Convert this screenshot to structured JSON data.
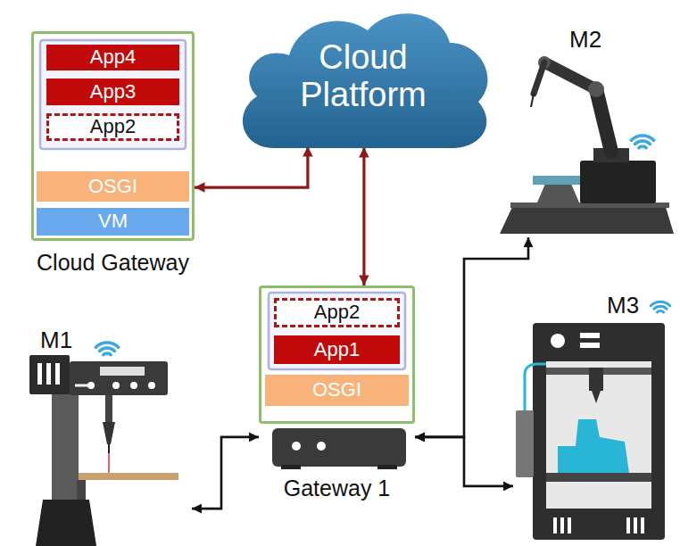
{
  "diagram": {
    "nodes": [
      {
        "text": [
          "Cloud Gateway"
        ]
      },
      {
        "text": [
          "App4"
        ],
        "in": 0
      },
      {
        "text": [
          "App3"
        ],
        "in": 0
      },
      {
        "text": [
          "App2"
        ],
        "in": 0
      },
      {
        "text": [
          "OSGI"
        ],
        "in": 0
      },
      {
        "text": [
          "VM"
        ],
        "in": 0
      },
      {
        "text": [
          "Cloud Platform"
        ]
      },
      {
        "text": [
          "Gateway 1"
        ]
      },
      {
        "text": [
          "App2"
        ],
        "in": 7
      },
      {
        "text": [
          "App1"
        ],
        "in": 7
      },
      {
        "text": [
          "OSGI"
        ],
        "in": 7
      },
      {
        "text": [
          "M1"
        ]
      },
      {
        "text": [
          "M2"
        ]
      },
      {
        "text": [
          "M3"
        ]
      }
    ],
    "edges": [
      {
        "from": 0,
        "to": 6,
        "arrow": "both"
      },
      {
        "from": 6,
        "to": 7,
        "arrow": "both"
      },
      {
        "from": 7,
        "to": 11,
        "arrow": "both"
      },
      {
        "from": 7,
        "to": 12,
        "arrow": "both"
      },
      {
        "from": 7,
        "to": 13,
        "arrow": "both"
      }
    ]
  }
}
